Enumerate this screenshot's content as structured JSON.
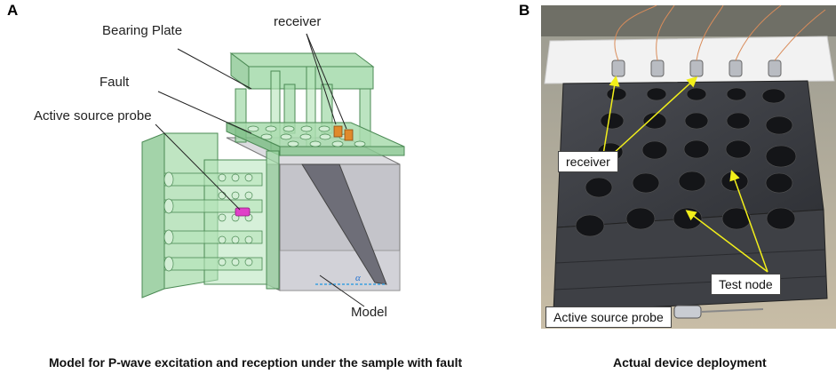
{
  "panel_a": {
    "letter": "A",
    "labels": {
      "bearing_plate": "Bearing Plate",
      "receiver": "receiver",
      "fault": "Fault",
      "active_source_probe": "Active source probe",
      "model": "Model",
      "alpha": "α"
    },
    "caption": "Model for P-wave excitation and reception under the sample with fault"
  },
  "panel_b": {
    "letter": "B",
    "labels": {
      "receiver": "receiver",
      "test_node": "Test node",
      "active_source_probe": "Active source probe"
    },
    "caption": "Actual device deployment"
  },
  "colors": {
    "plate_green": "#9fd8a6",
    "block_grey": "#c9c9cf",
    "fault_grey": "#6e6e78",
    "receiver_orange": "#e08a2c",
    "probe_magenta": "#e040c8",
    "arrow_yellow": "#f2ef1a"
  }
}
